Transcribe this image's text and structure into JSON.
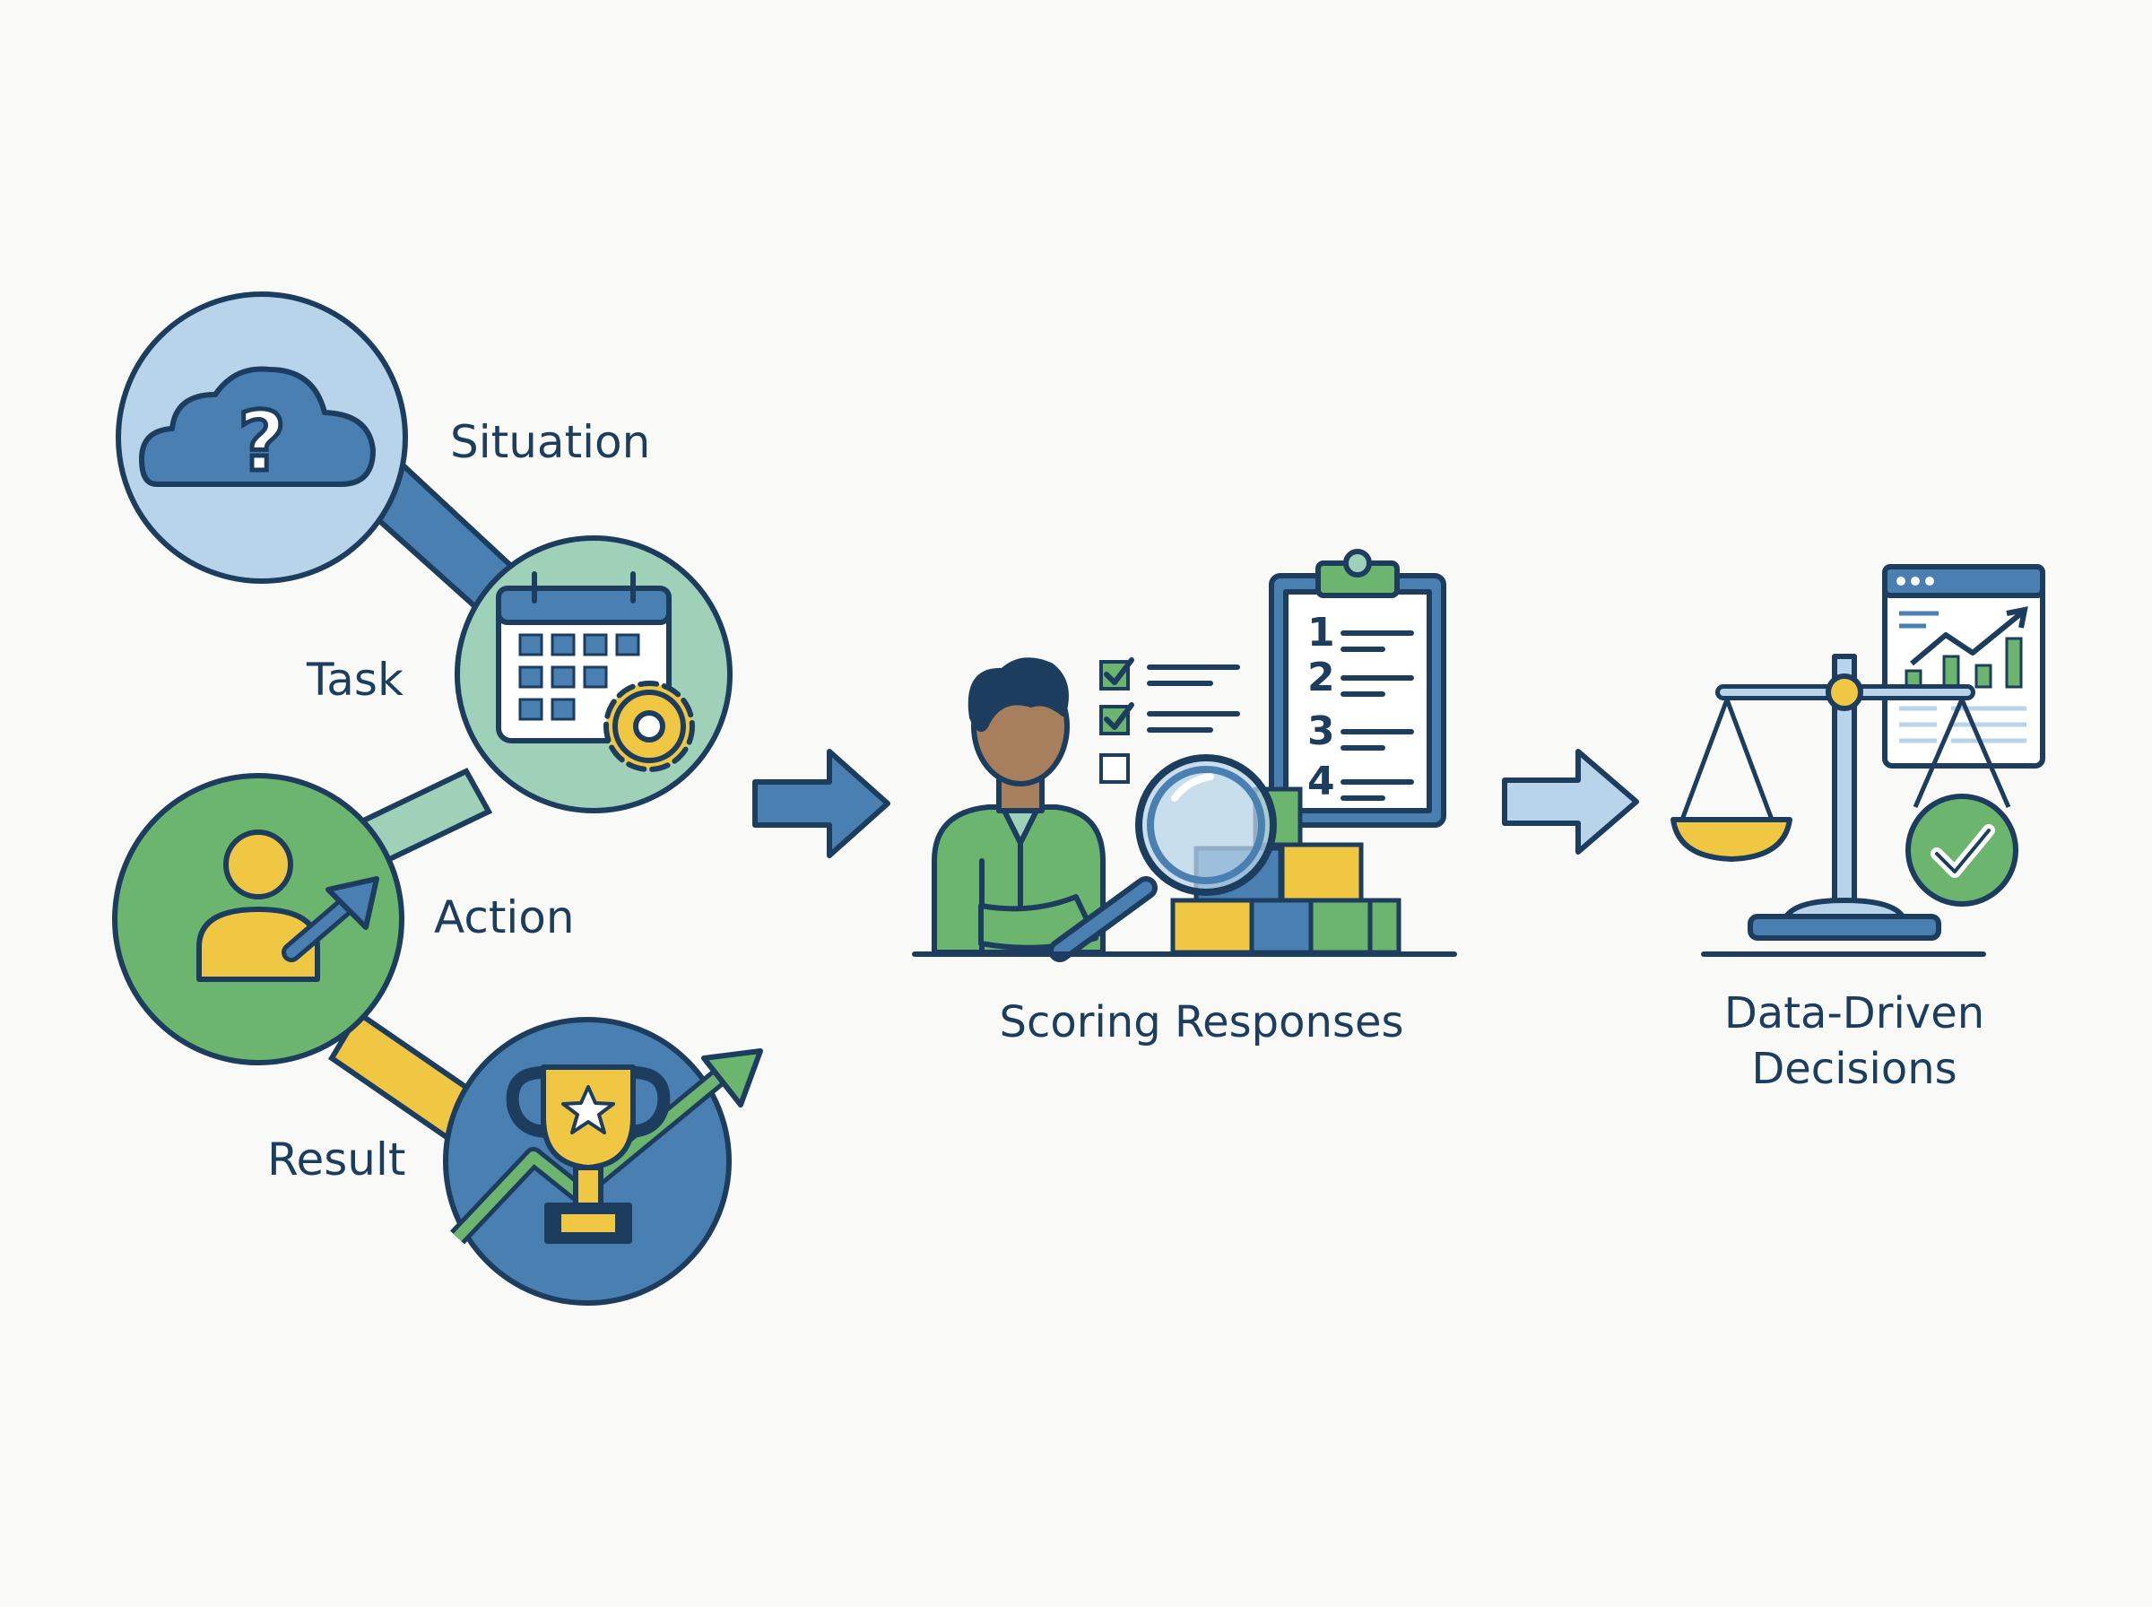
{
  "star_steps": [
    {
      "label": "Situation",
      "icon": "cloud-question-icon"
    },
    {
      "label": "Task",
      "icon": "calendar-gear-icon"
    },
    {
      "label": "Action",
      "icon": "person-arrow-icon"
    },
    {
      "label": "Result",
      "icon": "trophy-growth-icon"
    }
  ],
  "scoring": {
    "label": "Scoring Responses",
    "ranks": [
      "1",
      "2",
      "3",
      "4"
    ],
    "icon": "person-magnifier-clipboard-icon"
  },
  "decisions": {
    "label_line1": "Data-Driven",
    "label_line2": "Decisions",
    "icon": "balance-scale-dashboard-icon"
  },
  "colors": {
    "navy": "#1c3d5e",
    "blue": "#4a7fb2",
    "light_blue": "#b8d4ea",
    "green": "#6cb56f",
    "teal_green": "#9fd1b8",
    "yellow": "#f0c742",
    "background": "#f9faf7"
  }
}
